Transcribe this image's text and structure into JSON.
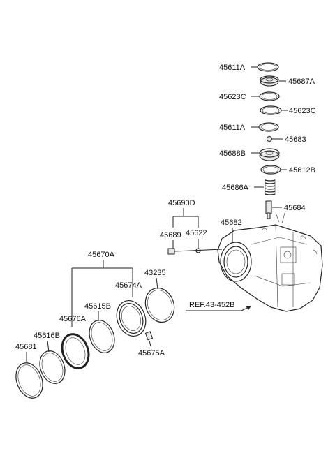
{
  "labels": {
    "l45611A_top": "45611A",
    "l45687A": "45687A",
    "l45623C_left": "45623C",
    "l45623C_right": "45623C",
    "l45611A_mid": "45611A",
    "l45683": "45683",
    "l45688B": "45688B",
    "l45612B": "45612B",
    "l45686A": "45686A",
    "l45684": "45684",
    "l45690D": "45690D",
    "l45689": "45689",
    "l45622": "45622",
    "l45682": "45682",
    "l45670A": "45670A",
    "l43235": "43235",
    "l45674A": "45674A",
    "l45615B": "45615B",
    "l45676A": "45676A",
    "l45616B": "45616B",
    "l45681": "45681",
    "l45675A": "45675A",
    "ref": "REF.43-452B"
  }
}
